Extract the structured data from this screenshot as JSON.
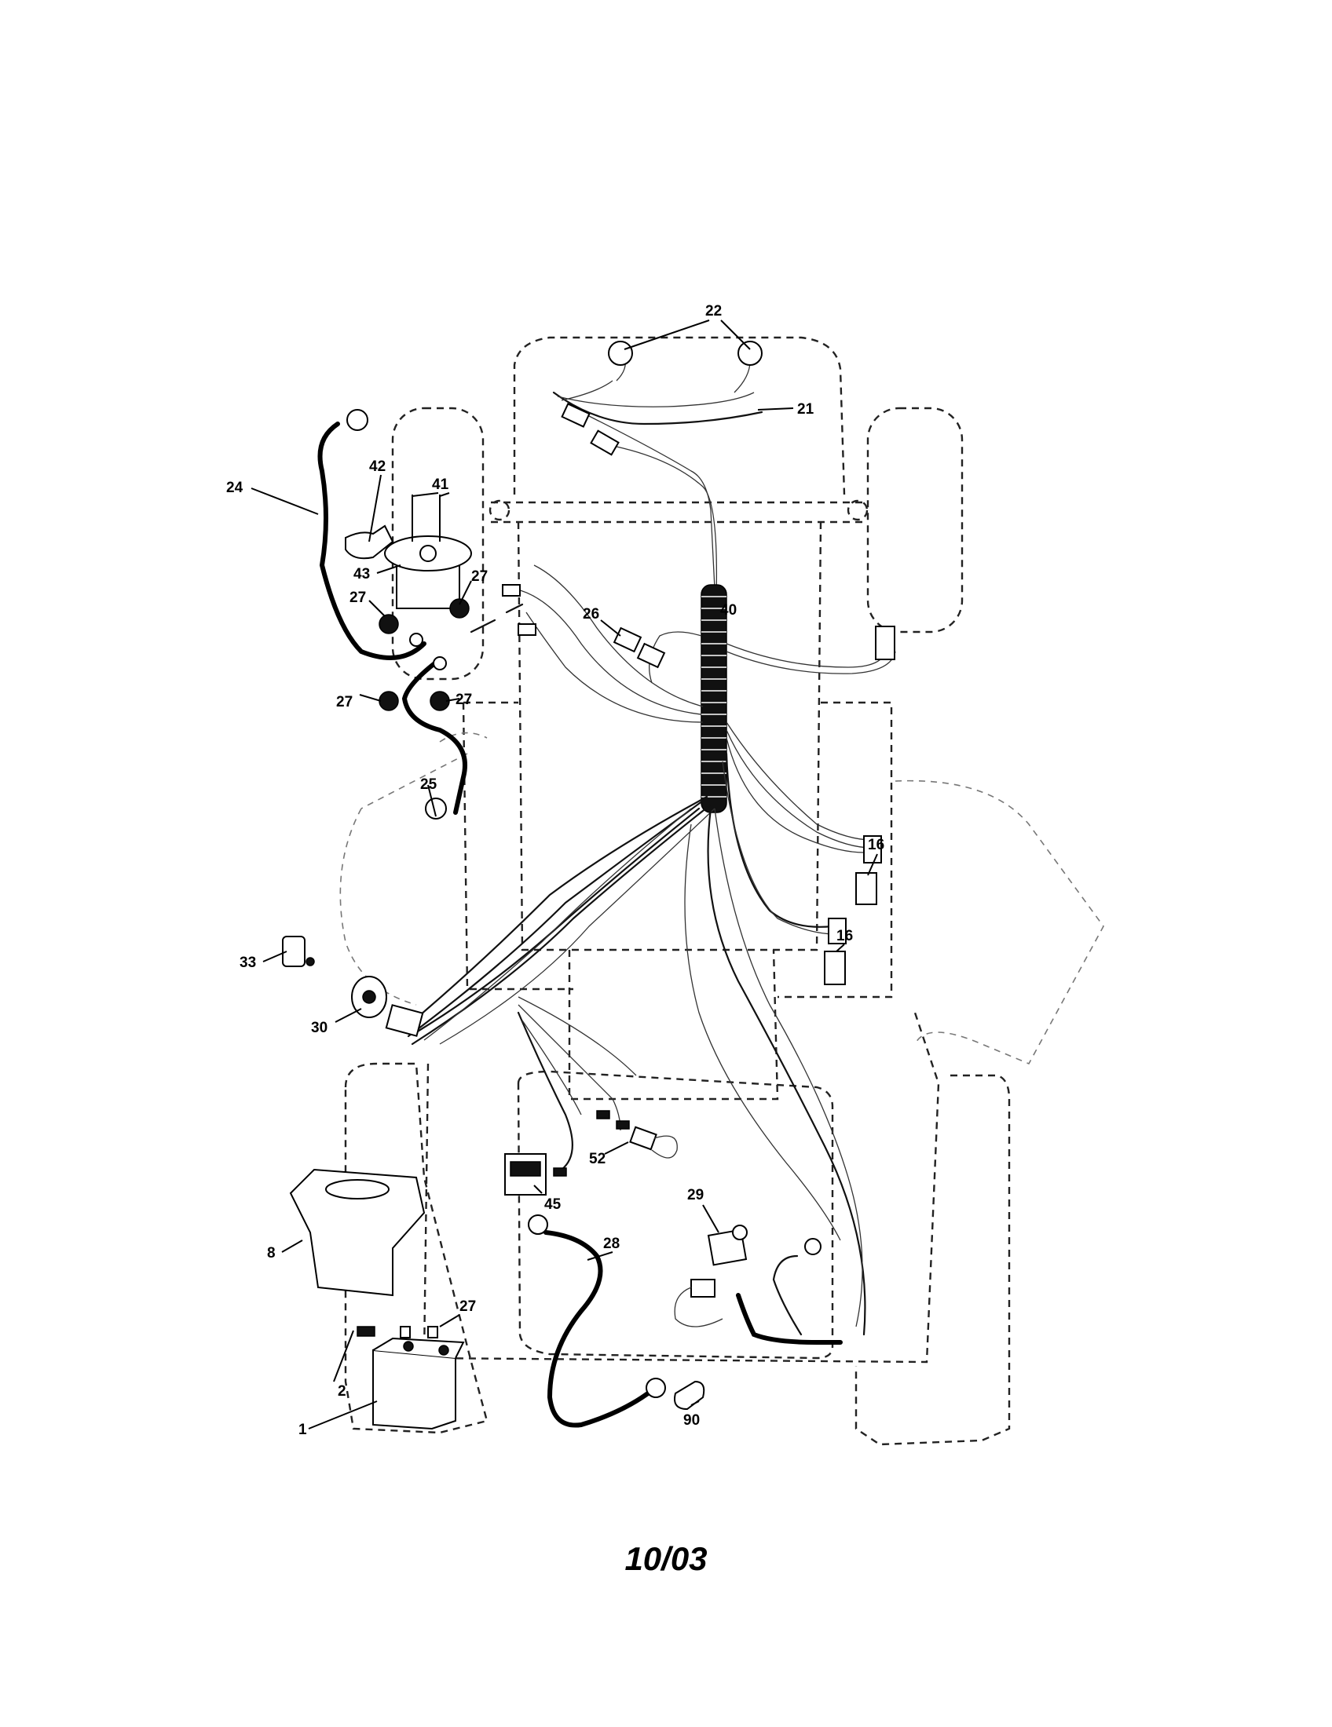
{
  "callouts": {
    "c1": "1",
    "c2": "2",
    "c8": "8",
    "c16a": "16",
    "c16b": "16",
    "c21": "21",
    "c22": "22",
    "c24": "24",
    "c25": "25",
    "c26": "26",
    "c27a": "27",
    "c27b": "27",
    "c27c": "27",
    "c27d": "27",
    "c27e": "27",
    "c28": "28",
    "c29": "29",
    "c30": "30",
    "c33": "33",
    "c40": "40",
    "c41": "41",
    "c42": "42",
    "c43": "43",
    "c45": "45",
    "c52": "52",
    "c90": "90"
  },
  "footer": {
    "date": "10/03"
  }
}
